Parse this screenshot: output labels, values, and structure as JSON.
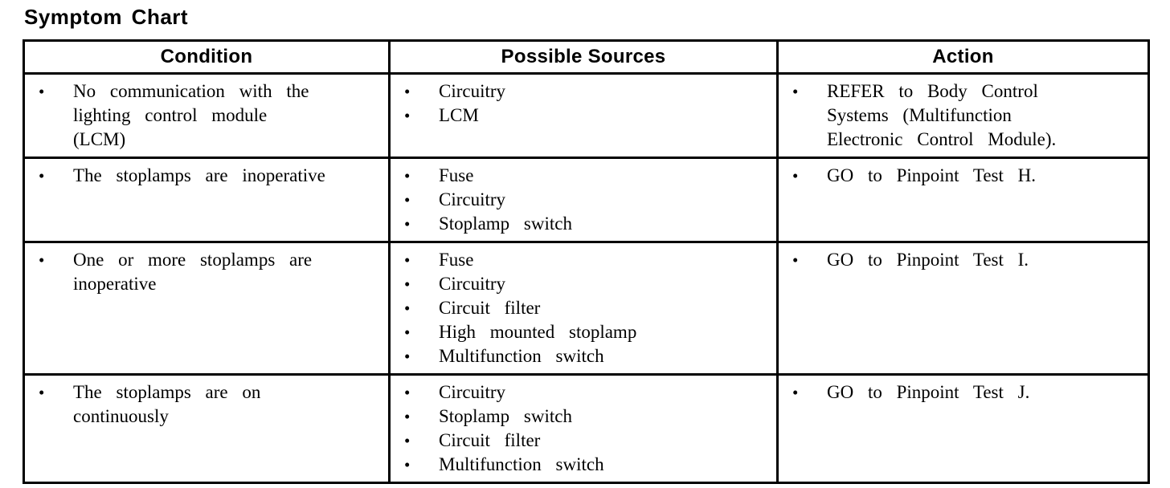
{
  "title": "Symptom Chart",
  "bullet_char": "•",
  "colors": {
    "text": "#000000",
    "border": "#000000",
    "background": "#ffffff"
  },
  "table": {
    "headers": [
      "Condition",
      "Possible Sources",
      "Action"
    ],
    "rows": [
      {
        "condition": "No communication with the lighting control module (LCM)",
        "sources": [
          "Circuitry",
          "LCM"
        ],
        "action": "REFER to Body Control Systems (Multifunction Electronic Control Module)."
      },
      {
        "condition": "The stoplamps are inoperative",
        "sources": [
          "Fuse",
          "Circuitry",
          "Stoplamp switch"
        ],
        "action": "GO to Pinpoint Test H."
      },
      {
        "condition": "One or more stoplamps are inoperative",
        "sources": [
          "Fuse",
          "Circuitry",
          "Circuit filter",
          "High mounted stoplamp",
          "Multifunction switch"
        ],
        "action": "GO to Pinpoint Test I."
      },
      {
        "condition": "The stoplamps are on continuously",
        "sources": [
          "Circuitry",
          "Stoplamp switch",
          "Circuit filter",
          "Multifunction switch"
        ],
        "action": "GO to Pinpoint Test J."
      }
    ]
  }
}
